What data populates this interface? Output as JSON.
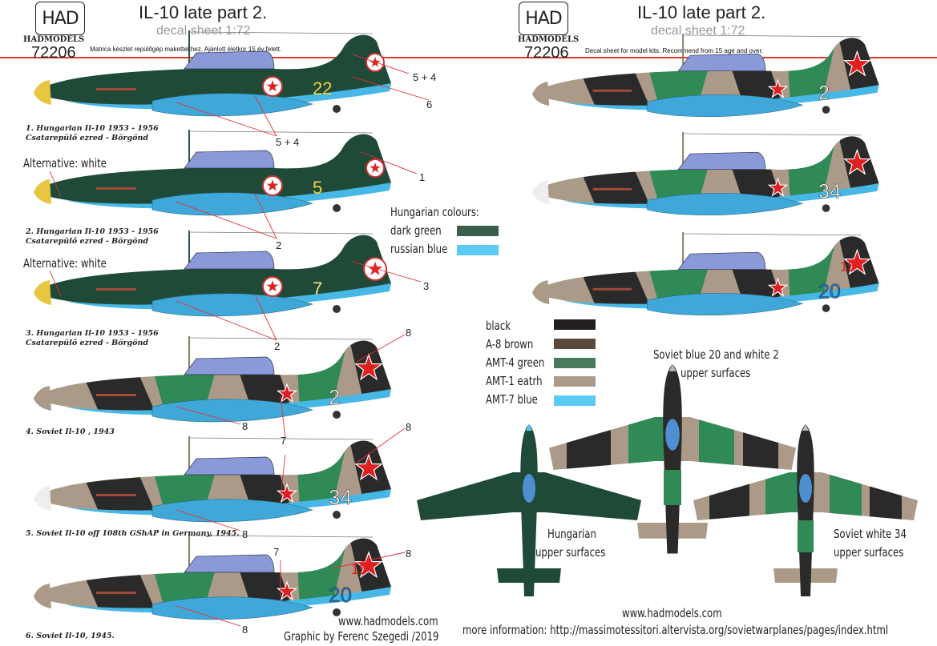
{
  "left_header": {
    "brand": "HADMODELS",
    "code": "72206",
    "title": "IL-10 late part 2.",
    "subtitle": "decal sheet 1:72",
    "note": "Matrica készlet repülőgép makettekhez. Ajánlott életkor 15 év felett.",
    "logo": "HAD"
  },
  "right_header": {
    "brand": "HADMODELS",
    "code": "72206",
    "title": "IL-10 late part 2.",
    "subtitle": "decal sheet 1:72",
    "note": "Decal sheet for model kits. Recommend from 15 age and over.",
    "logo": "HAD"
  },
  "captions": [
    {
      "line1": "1. Hungarian Il-10 1953 - 1956",
      "line2": "Csatarepülő ezred - Börgönd"
    },
    {
      "line1": "2. Hungarian Il-10 1953 - 1956",
      "line2": "Csatarepülő ezred - Börgönd"
    },
    {
      "line1": "3. Hungarian Il-10 1953 - 1956",
      "line2": "Csatarepülő ezred - Börgönd"
    },
    {
      "line1": "4. Soviet Il-10 , 1943"
    },
    {
      "line1": "5. Soviet Il-10 off 108th GShAP in Germany, 1945."
    },
    {
      "line1": "6. Soviet Il-10, 1945."
    }
  ],
  "alternative_notes": [
    "Alternative: white",
    "Alternative: white"
  ],
  "callouts": [
    "5 + 4",
    "6",
    "5 + 4",
    "1",
    "2",
    "3",
    "2",
    "8",
    "8",
    "7",
    "8",
    "8",
    "7",
    "8",
    "8"
  ],
  "hungarian_legend": {
    "title": "Hungarian colours:",
    "items": [
      {
        "label": "dark green",
        "color": "#3a5e4a"
      },
      {
        "label": "russian blue",
        "color": "#5bcbf5"
      }
    ]
  },
  "soviet_legend": {
    "items": [
      {
        "label": "black",
        "color": "#231f20"
      },
      {
        "label": "A-8 brown",
        "color": "#5a4a3e"
      },
      {
        "label": "AMT-4 green",
        "color": "#4a7a5e"
      },
      {
        "label": "AMT-1 eatrh",
        "color": "#ab9a88"
      },
      {
        "label": "AMT-7 blue",
        "color": "#5bcbf5"
      }
    ]
  },
  "profiles": [
    {
      "number": "22",
      "number_color": "#f2d040",
      "scheme": "hungarian"
    },
    {
      "number": "5",
      "number_color": "#f2d040",
      "scheme": "hungarian"
    },
    {
      "number": "7",
      "number_color": "#f2e080",
      "scheme": "hungarian"
    },
    {
      "number": "2",
      "number_color": "#ffffff",
      "scheme": "soviet"
    },
    {
      "number": "34",
      "number_color": "#ffffff",
      "scheme": "soviet"
    },
    {
      "number": "20",
      "number_color": "#1a7fd0",
      "tail_number": "15",
      "scheme": "soviet"
    },
    {
      "number": "2",
      "number_color": "#ffffff",
      "scheme": "soviet"
    },
    {
      "number": "34",
      "number_color": "#ffffff",
      "scheme": "soviet"
    },
    {
      "number": "20",
      "number_color": "#1a7fd0",
      "tail_number": "15",
      "scheme": "soviet"
    }
  ],
  "top_views": [
    {
      "label1": "Hungarian",
      "label2": "upper surfaces",
      "scheme": "hungarian"
    },
    {
      "label1": "Soviet blue 20 and white 2",
      "label2": "upper surfaces",
      "scheme": "soviet"
    },
    {
      "label1": "Soviet white 34",
      "label2": "upper surfaces",
      "scheme": "soviet"
    }
  ],
  "footer": {
    "website_left": "www.hadmodels.com",
    "credit": "Graphic by Ferenc Szegedi /2019",
    "website_right": "www.hadmodels.com",
    "more_info": "more information: http://massimotessitori.altervista.org/sovietwarplanes/pages/index.html"
  }
}
